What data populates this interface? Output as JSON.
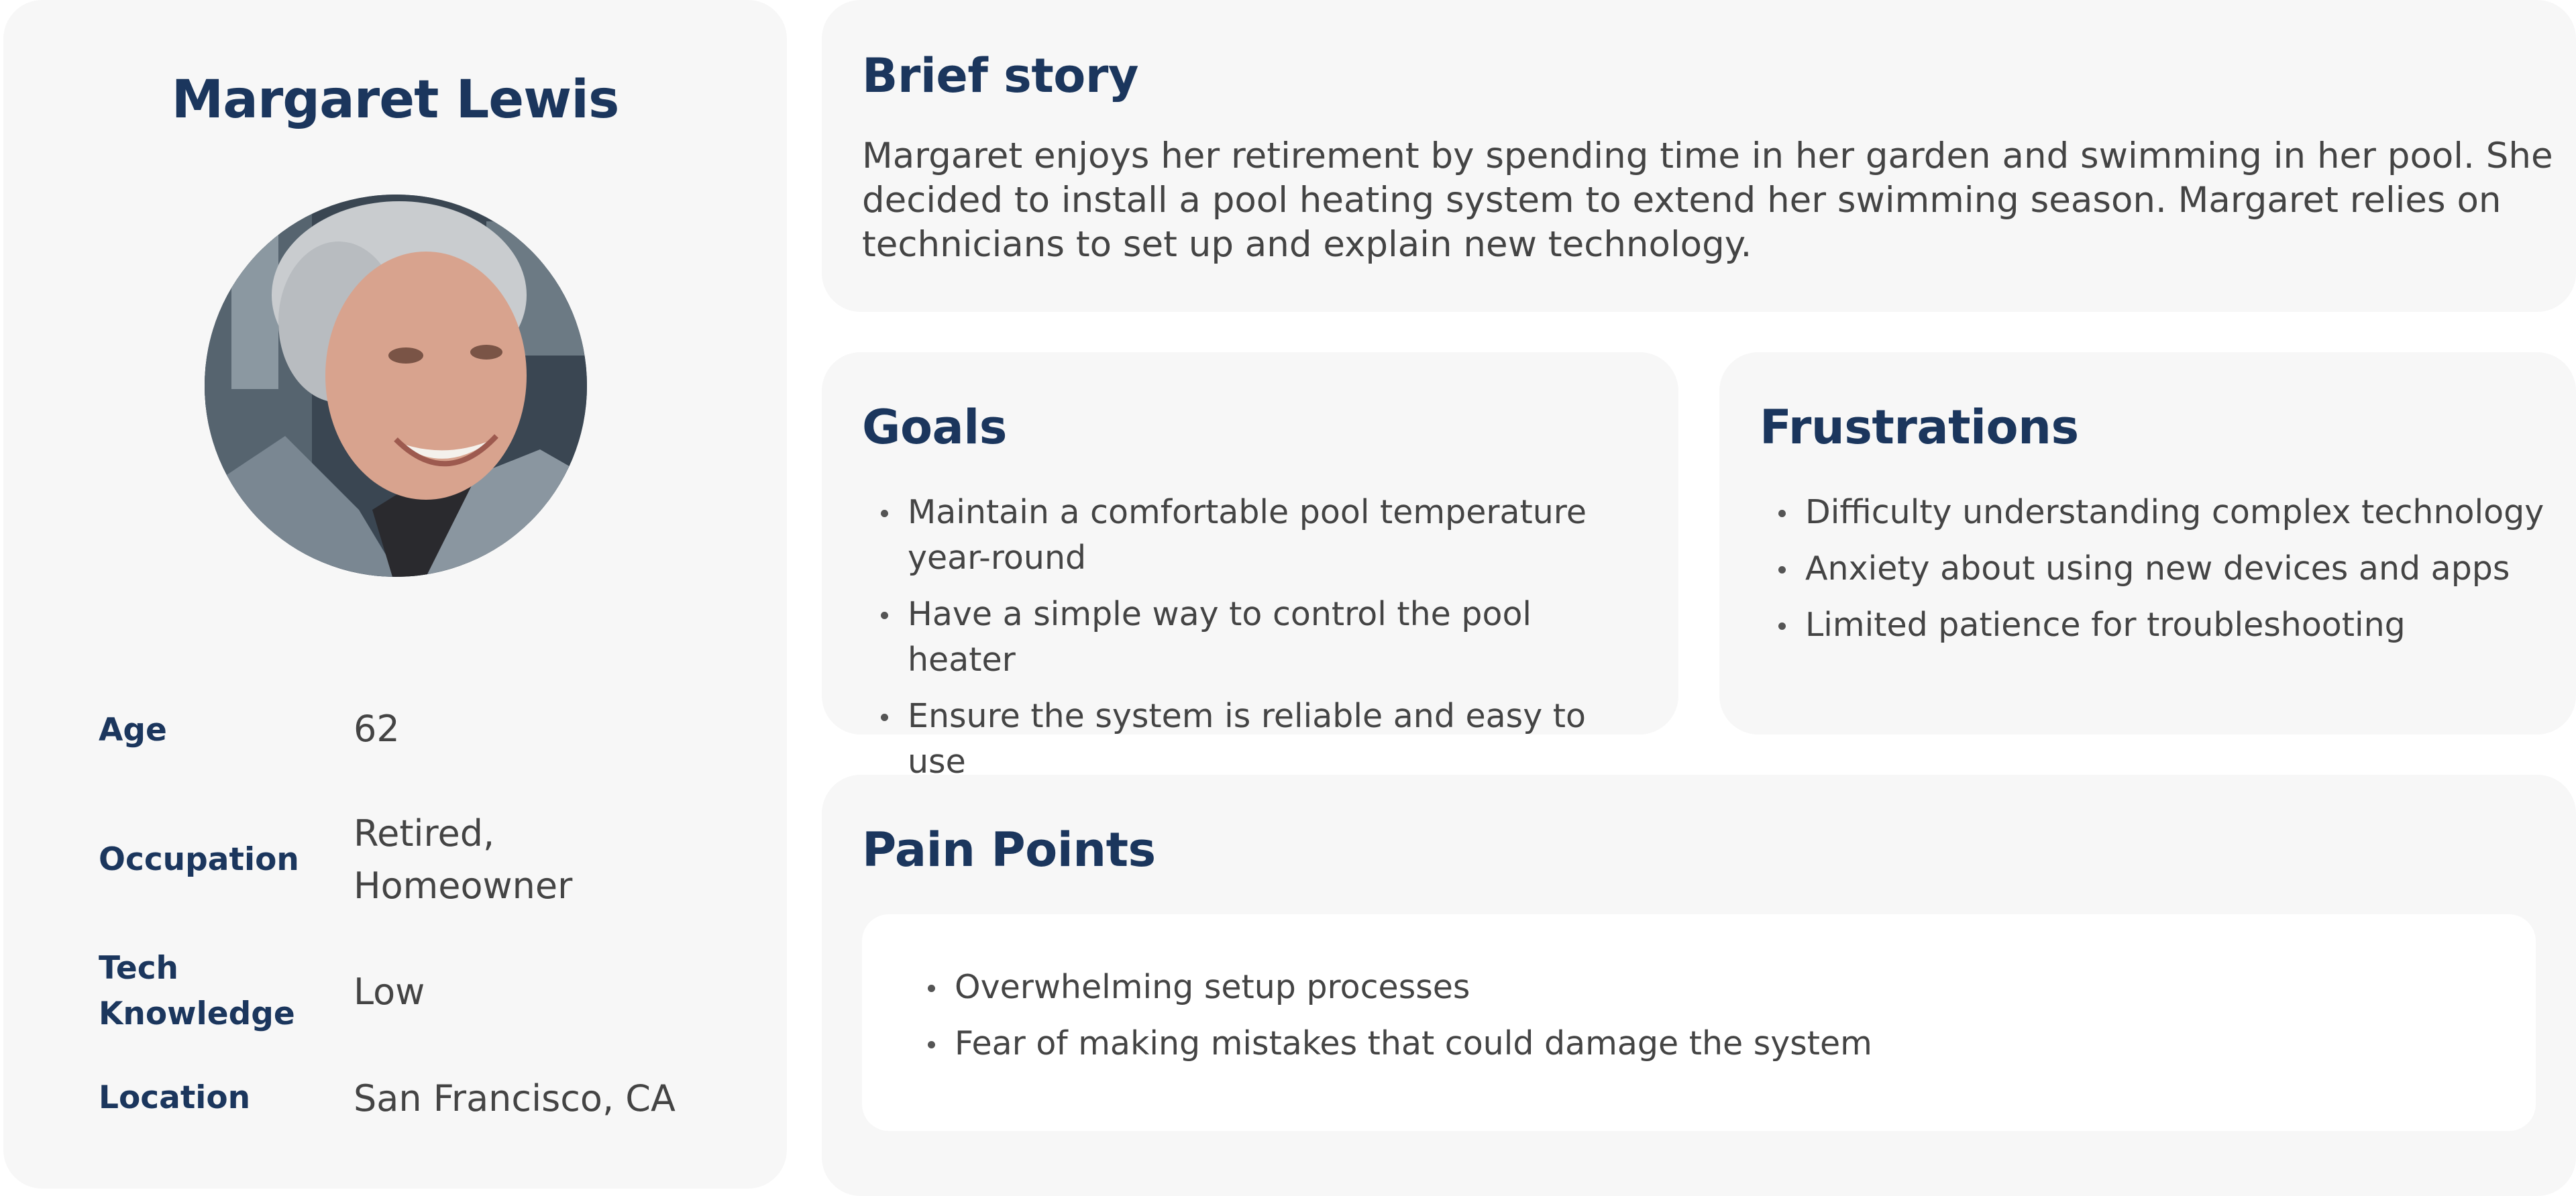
{
  "profile": {
    "name": "Margaret Lewis",
    "fields": [
      {
        "label": "Age",
        "value": "62"
      },
      {
        "label": "Occupation",
        "value": "Retired, Homeowner"
      },
      {
        "label": "Tech Knowledge",
        "value": "Low"
      },
      {
        "label": "Location",
        "value": "San Francisco, CA"
      }
    ]
  },
  "story": {
    "title": "Brief story",
    "text": "Margaret enjoys her retirement by spending time in her garden and swimming in her pool. She decided to install a pool heating system to extend her swimming season. Margaret relies on technicians to set up and explain new technology."
  },
  "goals": {
    "title": "Goals",
    "items": [
      "Maintain a comfortable pool temperature year-round",
      "Have a simple way to control the pool heater",
      "Ensure the system is reliable and easy to use"
    ]
  },
  "frustrations": {
    "title": "Frustrations",
    "items": [
      "Difficulty understanding complex technology",
      "Anxiety about using new devices and apps",
      "Limited patience for troubleshooting"
    ]
  },
  "pain_points": {
    "title": "Pain Points",
    "items": [
      "Overwhelming setup processes",
      "Fear of making mistakes that could damage the system"
    ]
  },
  "colors": {
    "card_bg": "#f7f7f7",
    "heading": "#1b365d",
    "body_text": "#444444"
  }
}
